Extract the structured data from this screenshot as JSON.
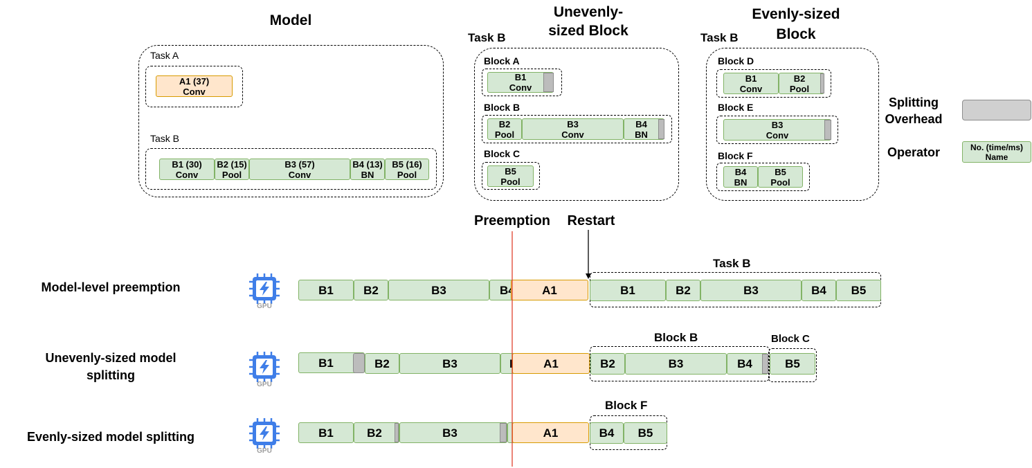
{
  "titles": {
    "model": "Model",
    "uneven_line1": "Unevenly-",
    "uneven_line2": "sized Block",
    "even_line1": "Evenly-sized",
    "even_line2": "Block"
  },
  "model_box": {
    "task_a_label": "Task A",
    "task_b_label": "Task B",
    "a1": {
      "l1": "A1 (37)",
      "l2": "Conv"
    },
    "b_ops": [
      {
        "l1": "B1 (30)",
        "l2": "Conv"
      },
      {
        "l1": "B2 (15)",
        "l2": "Pool"
      },
      {
        "l1": "B3 (57)",
        "l2": "Conv"
      },
      {
        "l1": "B4 (13)",
        "l2": "BN"
      },
      {
        "l1": "B5 (16)",
        "l2": "Pool"
      }
    ]
  },
  "uneven_box": {
    "task_label": "Task B",
    "block_a": "Block A",
    "block_b": "Block B",
    "block_c": "Block C",
    "ops": [
      {
        "l1": "B1",
        "l2": "Conv"
      },
      {
        "l1": "B2",
        "l2": "Pool"
      },
      {
        "l1": "B3",
        "l2": "Conv"
      },
      {
        "l1": "B4",
        "l2": "BN"
      },
      {
        "l1": "B5",
        "l2": "Pool"
      }
    ]
  },
  "even_box": {
    "task_label": "Task B",
    "block_d": "Block D",
    "block_e": "Block E",
    "block_f": "Block F",
    "ops": [
      {
        "l1": "B1",
        "l2": "Conv"
      },
      {
        "l1": "B2",
        "l2": "Pool"
      },
      {
        "l1": "B3",
        "l2": "Conv"
      },
      {
        "l1": "B4",
        "l2": "BN"
      },
      {
        "l1": "B5",
        "l2": "Pool"
      }
    ]
  },
  "legend": {
    "overhead_line1": "Splitting",
    "overhead_line2": "Overhead",
    "operator": "Operator",
    "operator_sample_l1": "No. (time/ms)",
    "operator_sample_l2": "Name"
  },
  "markers": {
    "preemption": "Preemption",
    "restart": "Restart"
  },
  "gpu_label": "GPU",
  "rows": {
    "model_level": {
      "label": "Model-level preemption",
      "group_label": "Task B",
      "pre": [
        "B1",
        "B2",
        "B3",
        "B4"
      ],
      "a1": "A1",
      "post": [
        "B1",
        "B2",
        "B3",
        "B4",
        "B5"
      ]
    },
    "uneven": {
      "label_line1": "Unevenly-sized model",
      "label_line2": "splitting",
      "group_b_label": "Block B",
      "group_c_label": "Block C",
      "pre": [
        "B1",
        "B2",
        "B3",
        "B4"
      ],
      "a1": "A1",
      "post": [
        "B2",
        "B3",
        "B4",
        "B5"
      ]
    },
    "even": {
      "label": "Evenly-sized model splitting",
      "group_label": "Block F",
      "pre": [
        "B1",
        "B2",
        "B3"
      ],
      "a1": "A1",
      "post": [
        "B4",
        "B5"
      ]
    }
  },
  "colors": {
    "op_fill": "#d5e8d4",
    "op_border": "#82b366",
    "a1_fill": "#ffe6cc",
    "a1_border": "#d79b00",
    "overhead": "#bcbcbc",
    "preemption_line": "#e0422e",
    "gpu_icon": "#3f7ee8"
  }
}
